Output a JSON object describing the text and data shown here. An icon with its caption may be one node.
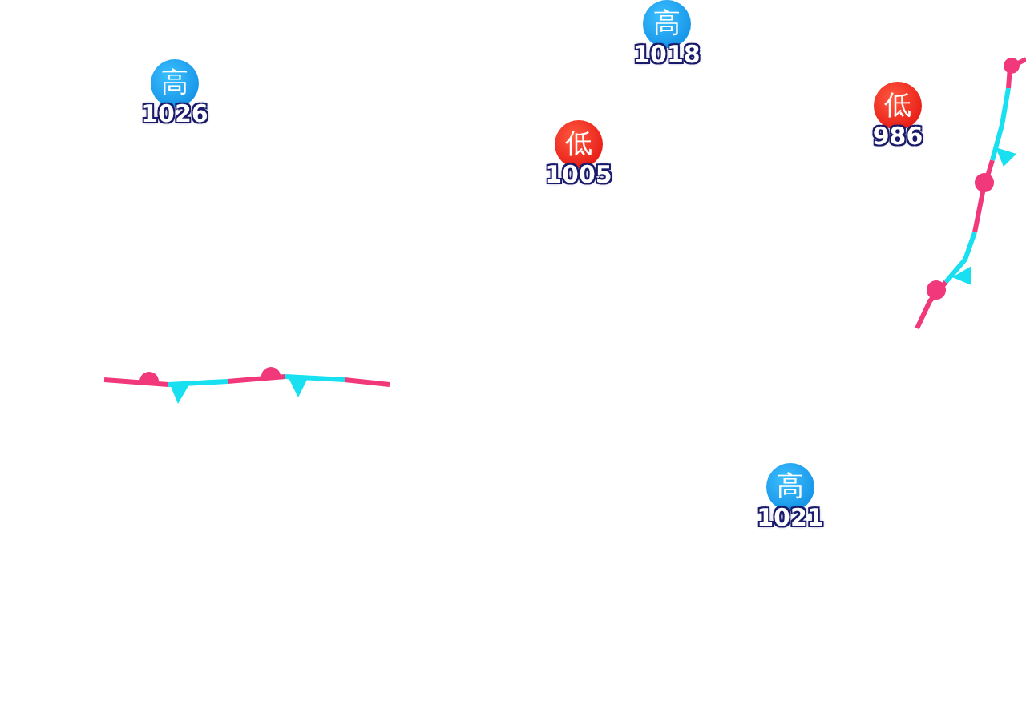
{
  "diagram": {
    "nodes": [
      {
        "text": [
          "高"
        ],
        "beside": [
          "1018"
        ]
      },
      {
        "text": [
          "高"
        ],
        "beside": [
          "1026"
        ]
      },
      {
        "text": [
          "低"
        ],
        "beside": [
          "986"
        ]
      },
      {
        "text": [
          "低"
        ],
        "beside": [
          "1005"
        ]
      },
      {
        "text": [
          "高"
        ],
        "beside": [
          "1021"
        ]
      }
    ]
  }
}
